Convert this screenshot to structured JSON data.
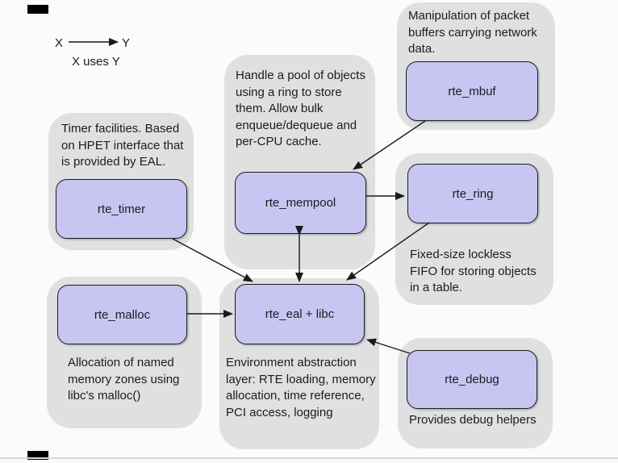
{
  "legend": {
    "from_label": "X",
    "to_label": "Y",
    "caption": "X uses Y"
  },
  "nodes": {
    "mbuf": {
      "label": "rte_mbuf",
      "desc": "Manipulation of packet\nbuffers carrying network\ndata."
    },
    "mempool": {
      "label": "rte_mempool",
      "desc": "Handle a pool of objects\nusing a ring to store\nthem. Allow bulk\nenqueue/dequeue and\nper-CPU cache."
    },
    "timer": {
      "label": "rte_timer",
      "desc": "Timer facilities. Based\non HPET interface that\nis provided by EAL."
    },
    "ring": {
      "label": "rte_ring",
      "desc": "Fixed-size lockless\nFIFO for storing objects\nin a table."
    },
    "malloc": {
      "label": "rte_malloc",
      "desc": "Allocation of named\nmemory zones using\nlibc's malloc()"
    },
    "eal": {
      "label": "rte_eal + libc",
      "desc": "Environment abstraction\nlayer: RTE loading, memory\nallocation, time reference,\nPCI access, logging"
    },
    "debug": {
      "label": "rte_debug",
      "desc": "Provides debug helpers"
    }
  },
  "colors": {
    "background": "#fbfbfb",
    "panel": "#e0e0e0",
    "node_fill": "#c7c5f2",
    "node_border": "#1a1a1a",
    "text": "#1c1c1c",
    "arrow": "#1a1a1a",
    "divider": "#d8d8d8",
    "mark": "#000000"
  }
}
